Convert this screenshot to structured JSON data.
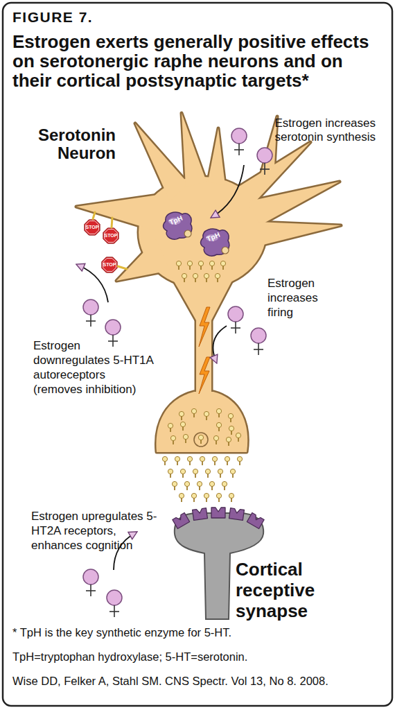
{
  "diagram": {
    "title": "Estrogen exerts generally positive effects on serotonergic raphe neurons and on their cortical postsynaptic targets*",
    "nodes": [
      {
        "text": [
          "Serotonin Neuron"
        ]
      },
      {
        "text": [
          "TpH"
        ],
        "in": 0
      },
      {
        "text": [
          "TpH"
        ],
        "in": 0
      },
      {
        "text": [
          "STOP"
        ],
        "in": 0
      },
      {
        "text": [
          "STOP"
        ],
        "in": 0
      },
      {
        "text": [
          "STOP"
        ],
        "in": 0
      },
      {
        "text": [
          "Cortical receptive synapse"
        ]
      }
    ],
    "labels": [
      "FIGURE 7.",
      "Estrogen increases serotonin synthesis",
      "Estrogen increases firing",
      "Estrogen downregulates 5-HT1A autoreceptors (removes inhibition)",
      "Estrogen upregulates 5-HT2A receptors, enhances cognition",
      "* TpH is the key synthetic enzyme for 5-HT.",
      "TpH=tryptophan hydroxylase; 5-HT=serotonin.",
      "Wise DD, Felker A, Stahl SM. CNS Spectr. Vol 13, No 8. 2008."
    ]
  }
}
